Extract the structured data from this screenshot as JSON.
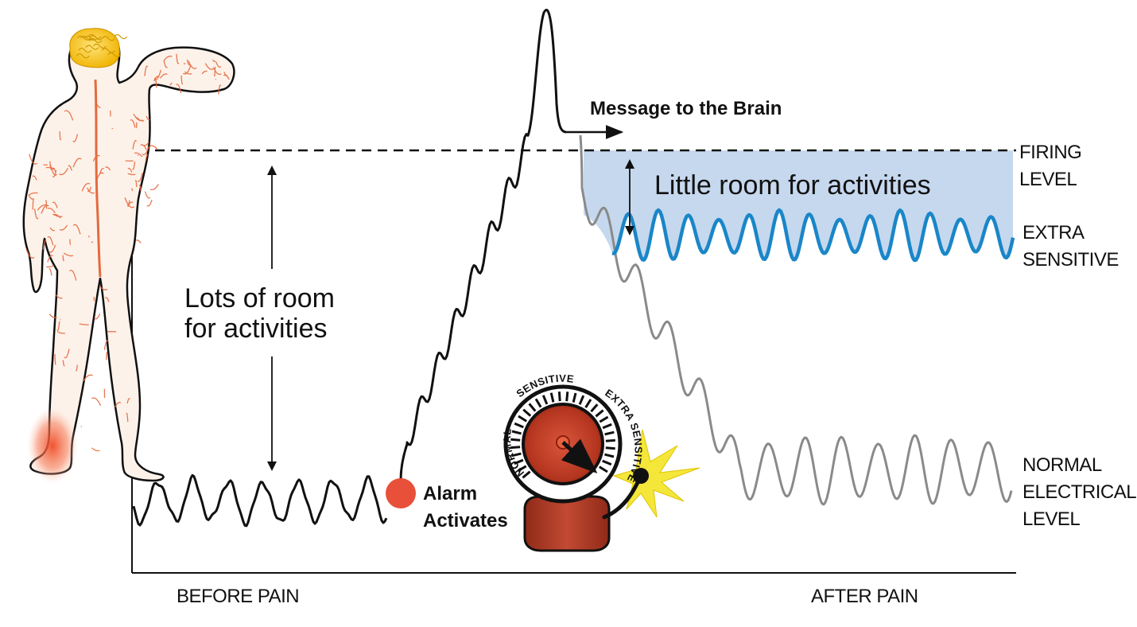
{
  "labels": {
    "firing_level_1": "FIRING",
    "firing_level_2": "LEVEL",
    "extra_sensitive_1": "EXTRA",
    "extra_sensitive_2": "SENSITIVE",
    "normal_level_1": "NORMAL",
    "normal_level_2": "ELECTRICAL",
    "normal_level_3": "LEVEL",
    "lots_of_room_1": "Lots of room",
    "lots_of_room_2": "for activities",
    "little_room": "Little room for activities",
    "message_to_brain": "Message to the Brain",
    "alarm_1": "Alarm",
    "alarm_2": "Activates",
    "before_pain": "BEFORE PAIN",
    "after_pain": "AFTER PAIN"
  },
  "dial": {
    "normal": "NORMAL",
    "sensitive": "SENSITIVE",
    "extra_sensitive": "EXTRA SENSITIVE"
  },
  "colors": {
    "line_before": "#111111",
    "line_after": "#8a8a8a",
    "line_sensitive": "#1a86c8",
    "shade": "#c6d8ee",
    "alarm_dot": "#e8503a",
    "bell_body": "#b9402b",
    "spark": "#f5e63a",
    "nerves": "#e46a3f",
    "brain": "#f2c21a"
  }
}
